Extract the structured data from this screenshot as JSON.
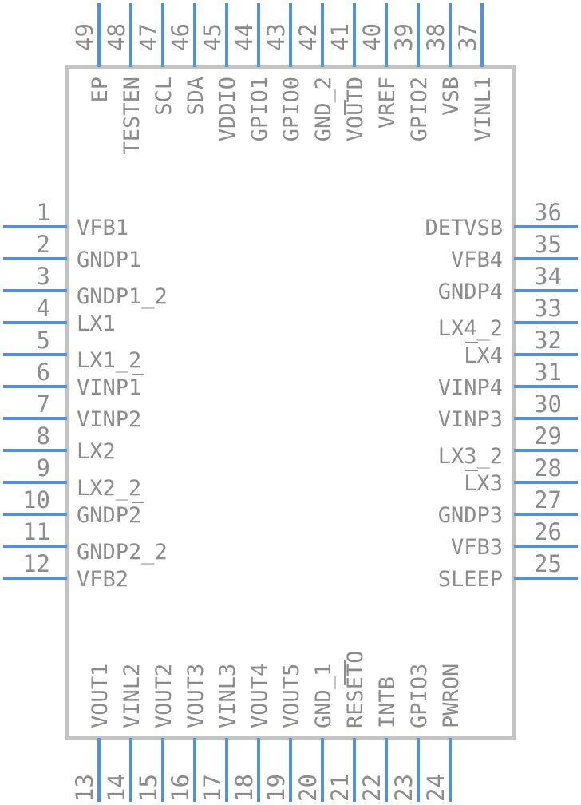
{
  "component": {
    "left_pins": [
      {
        "number": "1",
        "name": "VFB1"
      },
      {
        "number": "2",
        "name": "GNDP1"
      },
      {
        "number": "3",
        "name": "GNDP1_2"
      },
      {
        "number": "4",
        "name": "LX1"
      },
      {
        "number": "5",
        "name": "LX1_2"
      },
      {
        "number": "6",
        "name": "VINP1"
      },
      {
        "number": "7",
        "name": "VINP2"
      },
      {
        "number": "8",
        "name": "LX2"
      },
      {
        "number": "9",
        "name": "LX2_2"
      },
      {
        "number": "10",
        "name": "GNDP2"
      },
      {
        "number": "11",
        "name": "GNDP2_2"
      },
      {
        "number": "12",
        "name": "VFB2"
      }
    ],
    "right_pins": [
      {
        "number": "36",
        "name": "DETVSB"
      },
      {
        "number": "35",
        "name": "VFB4"
      },
      {
        "number": "34",
        "name": "GNDP4"
      },
      {
        "number": "33",
        "name": "LX4_2"
      },
      {
        "number": "32",
        "name": "LX4"
      },
      {
        "number": "31",
        "name": "VINP4"
      },
      {
        "number": "30",
        "name": "VINP3"
      },
      {
        "number": "29",
        "name": "LX3_2"
      },
      {
        "number": "28",
        "name": "LX3"
      },
      {
        "number": "27",
        "name": "GNDP3"
      },
      {
        "number": "26",
        "name": "VFB3"
      },
      {
        "number": "25",
        "name": "SLEEP"
      }
    ],
    "top_pins": [
      {
        "number": "49",
        "name": "EP"
      },
      {
        "number": "48",
        "name": "TESTEN"
      },
      {
        "number": "47",
        "name": "SCL"
      },
      {
        "number": "46",
        "name": "SDA"
      },
      {
        "number": "45",
        "name": "VDDIO"
      },
      {
        "number": "44",
        "name": "GPIO1"
      },
      {
        "number": "43",
        "name": "GPIO0"
      },
      {
        "number": "42",
        "name": "GND_2"
      },
      {
        "number": "41",
        "name": "VOUTD"
      },
      {
        "number": "40",
        "name": "VREF"
      },
      {
        "number": "39",
        "name": "GPIO2"
      },
      {
        "number": "38",
        "name": "VSB"
      },
      {
        "number": "37",
        "name": "VINL1"
      }
    ],
    "bottom_pins": [
      {
        "number": "13",
        "name": "VOUT1"
      },
      {
        "number": "14",
        "name": "VINL2"
      },
      {
        "number": "15",
        "name": "VOUT2"
      },
      {
        "number": "16",
        "name": "VOUT3"
      },
      {
        "number": "17",
        "name": "VINL3"
      },
      {
        "number": "18",
        "name": "VOUT4"
      },
      {
        "number": "19",
        "name": "VOUT5"
      },
      {
        "number": "20",
        "name": "GND_1"
      },
      {
        "number": "21",
        "name": "RESETO"
      },
      {
        "number": "22",
        "name": "INTB"
      },
      {
        "number": "23",
        "name": "GPIO3"
      },
      {
        "number": "24",
        "name": "PWRON"
      }
    ]
  },
  "colors": {
    "pin": "#4f8fe6",
    "body_outline": "#c4c4c4",
    "text": "#8c8c8c",
    "background": "#ffffff"
  }
}
